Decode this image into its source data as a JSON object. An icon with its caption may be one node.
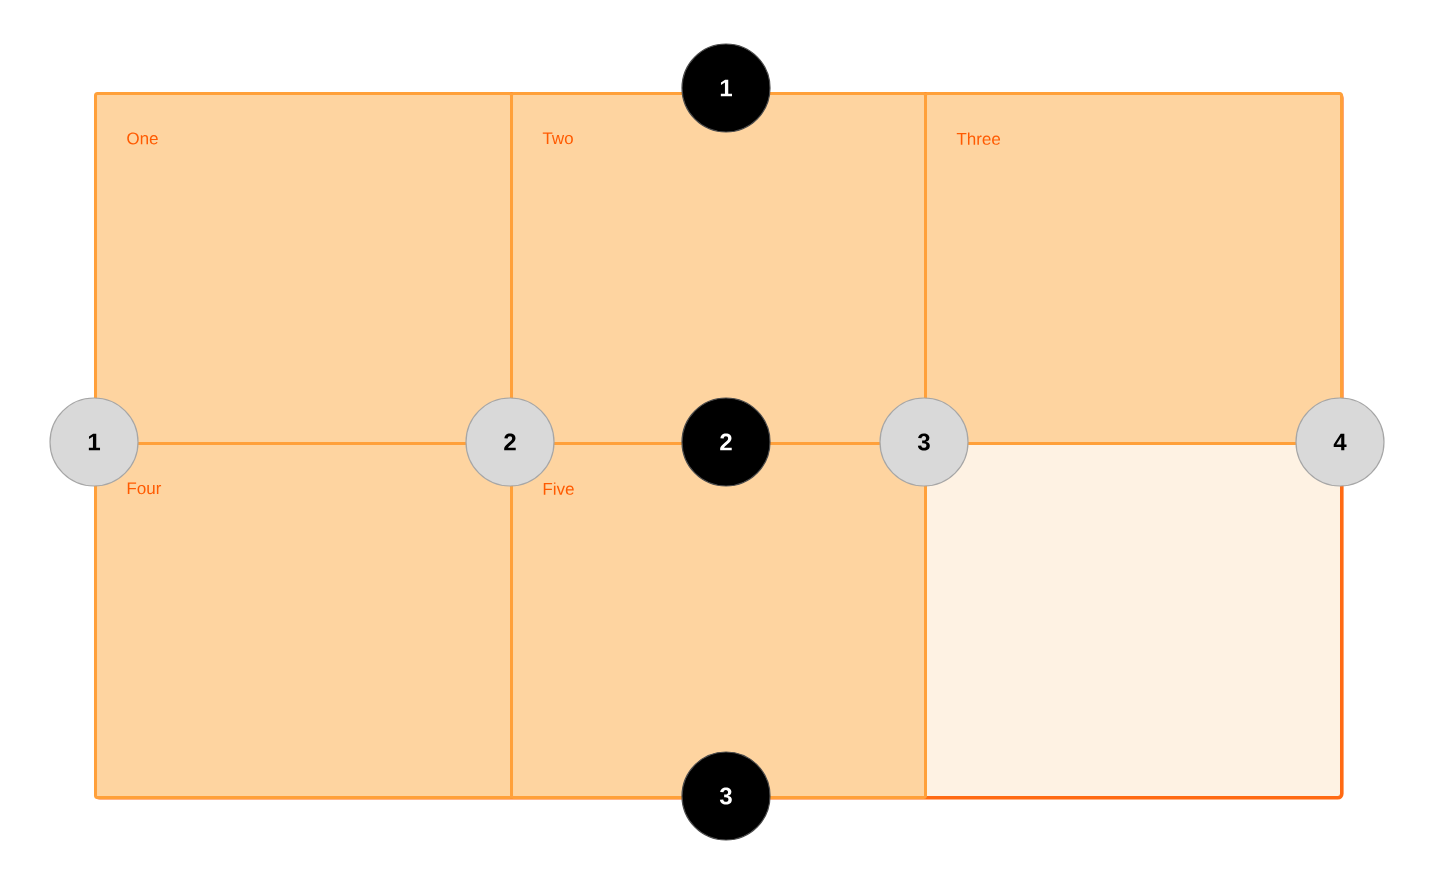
{
  "diagram": {
    "nodes": [
      {
        "text": [],
        "shape": "box"
      },
      {
        "text": [
          "One"
        ],
        "in": 0
      },
      {
        "text": [
          "Two"
        ],
        "in": 0
      },
      {
        "text": [
          "Three"
        ],
        "in": 0
      },
      {
        "text": [
          "Four"
        ],
        "in": 0
      },
      {
        "text": [
          "Five"
        ],
        "in": 0
      },
      {
        "text": [
          "1"
        ]
      },
      {
        "text": [
          "1"
        ]
      },
      {
        "text": [
          "2"
        ],
        "in": 0
      },
      {
        "text": [
          "2"
        ],
        "in": 0
      },
      {
        "text": [
          "3"
        ],
        "in": 0
      },
      {
        "text": [
          "4"
        ]
      },
      {
        "text": [
          "3"
        ]
      }
    ]
  }
}
